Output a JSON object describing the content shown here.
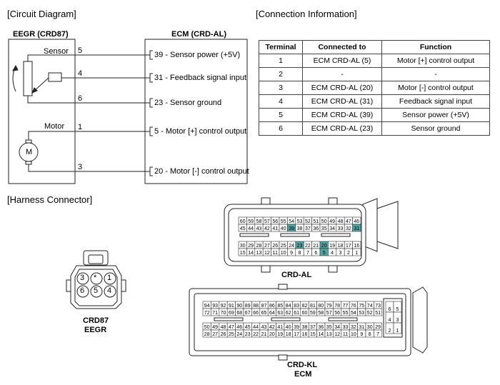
{
  "sections": {
    "circuit_diagram": "[Circuit Diagram]",
    "connection_information": "[Connection Information]",
    "harness_connector": "[Harness Connector]"
  },
  "circuit": {
    "eegr_title": "EEGR (CRD87)",
    "ecm_title": "ECM (CRD-AL)",
    "sensor_label": "Sensor",
    "motor_label": "Motor",
    "motor_symbol": "M",
    "pins": [
      {
        "num": "5",
        "desc": "39 - Sensor power (+5V)"
      },
      {
        "num": "4",
        "desc": "31 - Feedback signal input"
      },
      {
        "num": "6",
        "desc": "23 - Sensor ground"
      },
      {
        "num": "1",
        "desc": "5 - Motor [+] control output"
      },
      {
        "num": "3",
        "desc": "20 - Motor [-] control output"
      }
    ]
  },
  "table": {
    "headers": [
      "Terminal",
      "Connected to",
      "Function"
    ],
    "rows": [
      [
        "1",
        "ECM CRD-AL (5)",
        "Motor [+] control output"
      ],
      [
        "2",
        "-",
        "-"
      ],
      [
        "3",
        "ECM CRD-AL (20)",
        "Motor [-] control output"
      ],
      [
        "4",
        "ECM CRD-AL (31)",
        "Feedback signal input"
      ],
      [
        "5",
        "ECM CRD-AL (39)",
        "Sensor power (+5V)"
      ],
      [
        "6",
        "ECM CRD-AL (23)",
        "Sensor ground"
      ]
    ]
  },
  "connectors": {
    "crd87_line1": "CRD87",
    "crd87_line2": "EEGR",
    "crd87_pins_top": [
      "3",
      "*",
      "1"
    ],
    "crd87_pins_bottom": [
      "6",
      "5",
      "4"
    ],
    "crd_al_label": "CRD-AL",
    "crd_kl_line1": "CRD-KL",
    "crd_kl_line2": "ECM",
    "highlight_color": "#4fa3a3",
    "crd_al_rows": [
      [
        "60",
        "59",
        "58",
        "57",
        "56",
        "55",
        "54",
        "53",
        "52",
        "51",
        "50",
        "49",
        "48",
        "47",
        "46"
      ],
      [
        "45",
        "44",
        "43",
        "42",
        "41",
        "40",
        "39",
        "38",
        "37",
        "36",
        "35",
        "34",
        "33",
        "32",
        "31"
      ],
      [
        "30",
        "29",
        "28",
        "27",
        "26",
        "25",
        "24",
        "23",
        "22",
        "21",
        "20",
        "19",
        "18",
        "17",
        "16"
      ],
      [
        "15",
        "14",
        "13",
        "12",
        "11",
        "10",
        "9",
        "8",
        "7",
        "6",
        "5",
        "4",
        "3",
        "2",
        "1"
      ]
    ],
    "crd_al_highlight": [
      "39",
      "31",
      "23",
      "20",
      "5"
    ],
    "crd_kl_rows": [
      [
        "94",
        "93",
        "92",
        "91",
        "90",
        "89",
        "88",
        "87",
        "86",
        "85",
        "84",
        "83",
        "82",
        "81",
        "80",
        "79",
        "78",
        "77",
        "76",
        "75",
        "74",
        "73"
      ],
      [
        "72",
        "71",
        "70",
        "69",
        "68",
        "67",
        "66",
        "65",
        "64",
        "63",
        "62",
        "61",
        "60",
        "59",
        "58",
        "57",
        "56",
        "55",
        "54",
        "53",
        "52",
        "51"
      ],
      [
        "50",
        "49",
        "48",
        "47",
        "46",
        "45",
        "44",
        "43",
        "42",
        "41",
        "40",
        "39",
        "38",
        "37",
        "36",
        "35",
        "34",
        "33",
        "32",
        "31",
        "30",
        "29"
      ],
      [
        "28",
        "27",
        "26",
        "25",
        "24",
        "23",
        "22",
        "21",
        "20",
        "19",
        "18",
        "17",
        "16",
        "15",
        "14",
        "13",
        "12",
        "11",
        "10",
        "9",
        "8",
        "7"
      ]
    ],
    "crd_kl_side": [
      [
        "6",
        "5"
      ],
      [
        "4",
        "3"
      ],
      [
        "2",
        "1"
      ]
    ]
  }
}
